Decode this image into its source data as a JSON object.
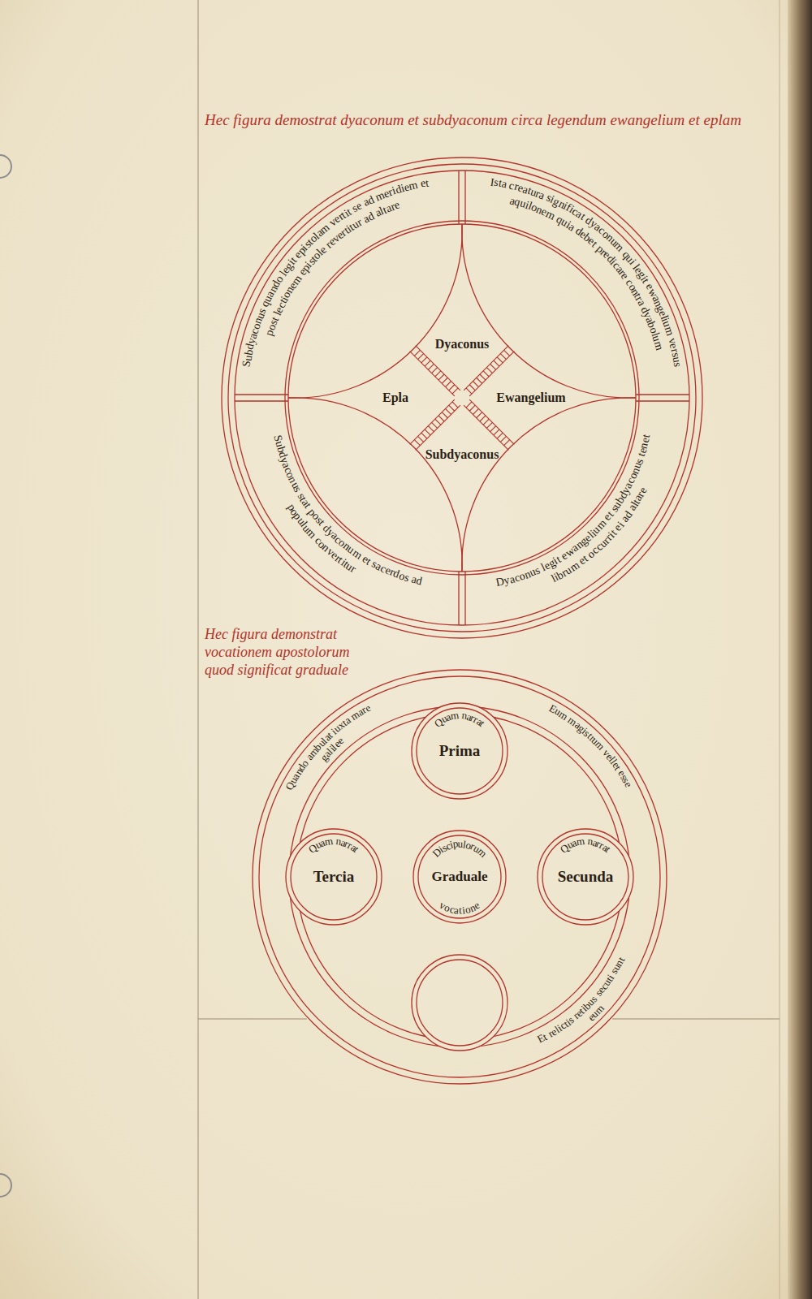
{
  "diagram": {
    "title": "Hec figura demostrat dyaconum et subdyaconum circa legendum ewangelium et eplam",
    "nodes": [
      {
        "text": [
          "Subdyaconus quando legit epistolam vertit se ad meridiem et post lectionem epistole revertitur ad altare"
        ]
      },
      {
        "text": [
          "Ista creatura significat dyaconum qui legit ewangelium versus aquilonem quia debet predicare contra dyabolum"
        ]
      },
      {
        "text": [
          "Dyaconus"
        ]
      },
      {
        "text": [
          "Epla"
        ]
      },
      {
        "text": [
          "Ewangelium"
        ]
      },
      {
        "text": [
          "Subdyaconus"
        ]
      },
      {
        "text": [
          "Subdyaconus stat post dyaconum et sacerdos ad populum convertitur"
        ]
      },
      {
        "text": [
          "Dyaconus legit ewangelium et subdyaconus tenet librum et occurrit ei ad altare"
        ]
      },
      {
        "text": [
          "Quam narrat",
          "Prima"
        ]
      },
      {
        "text": [
          "Quam narrat",
          "Tercia"
        ]
      },
      {
        "text": [
          "Discipulorum",
          "Graduale",
          "vocatione"
        ]
      },
      {
        "text": [
          "Quam narrat",
          "Secunda"
        ]
      }
    ],
    "labels": [
      "Hec figura demonstrat vocationem apostolorum quod significat graduale",
      "Quando ambulat iuxta mare galilee",
      "Eum magistrum vellet esse",
      "Et relictis retibus secuti sunt eum"
    ]
  }
}
